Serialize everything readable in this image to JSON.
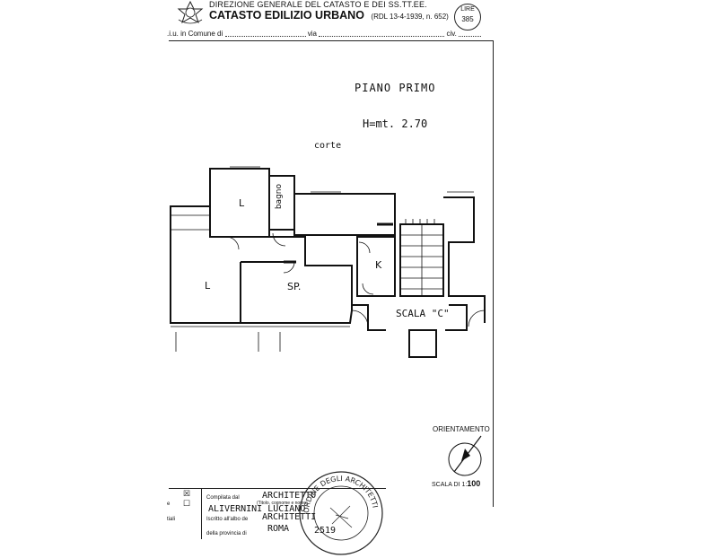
{
  "header": {
    "line1": "DIREZIONE GENERALE DEL CATASTO E DEI SS.TT.EE.",
    "line2": "CATASTO EDILIZIO URBANO",
    "line2_sub": "(RDL 13-4-1939, n. 652)",
    "lire_label": "LIRE",
    "lire_value": "385"
  },
  "comune_row": {
    "prefix": ".i.u. in Comune di",
    "via": "via",
    "civ": "civ."
  },
  "plan": {
    "floor": "PIANO  PRIMO",
    "height": "H=mt. 2.70",
    "courtyard": "corte",
    "rooms": {
      "l_upper": "L",
      "bagno": "bagno",
      "l_left": "L",
      "sp": "SP.",
      "k": "K",
      "scala": "SCALA \"C\""
    }
  },
  "orientation_label": "ORIENTAMENTO",
  "scale": {
    "label": "SCALA DI 1:",
    "value": "100"
  },
  "footer": {
    "compilata_label": "Compilata dal",
    "compilata_value": "ARCHITETTO",
    "name_caption": "(Titolo, cognome e nome)",
    "name_value": "ALIVERNINI LUCIANO",
    "albo_label": "Iscritto all'albo de",
    "albo_value": "ARCHITETTI",
    "provincia_label": "della provincia di",
    "provincia_value": "ROMA",
    "number_value": "2519",
    "left_labels": [
      "e",
      "tiali"
    ]
  },
  "stamp_text": "ORDINE DEGLI ARCHITETTI",
  "colors": {
    "ink": "#111111",
    "paper": "#ffffff"
  }
}
